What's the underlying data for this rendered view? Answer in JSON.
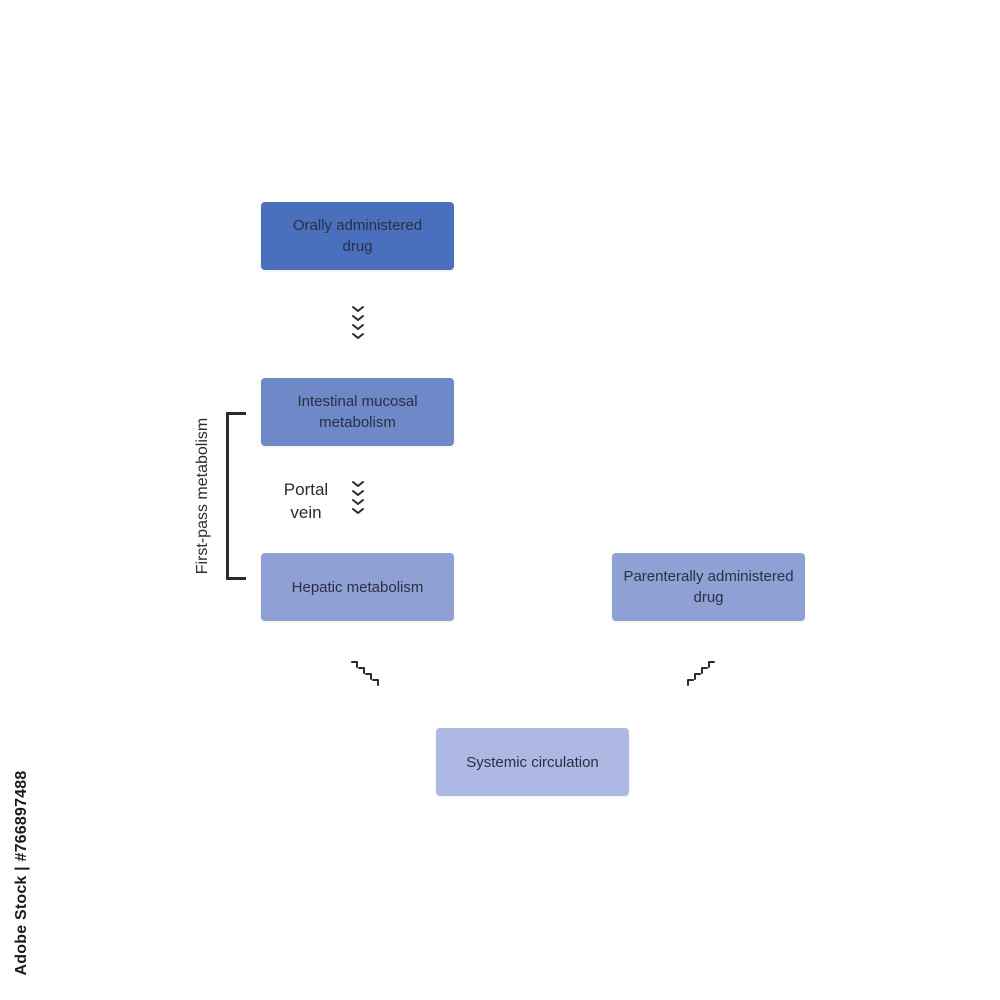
{
  "diagram": {
    "nodes": {
      "oral": {
        "label": "Orally administered\ndrug",
        "color": "#4a6fbd"
      },
      "intestinal": {
        "label": "Intestinal mucosal\nmetabolism",
        "color": "#6f88c8"
      },
      "hepatic": {
        "label": "Hepatic metabolism",
        "color": "#8fa1d4"
      },
      "parenteral": {
        "label": "Parenterally administered\ndrug",
        "color": "#8fa1d4"
      },
      "systemic": {
        "label": "Systemic circulation",
        "color": "#adb9e2"
      }
    },
    "portal_label": "Portal\nvein",
    "bracket_label": "First-pass metabolism",
    "edges": [
      {
        "from": "oral",
        "to": "intestinal"
      },
      {
        "from": "intestinal",
        "to": "hepatic",
        "label": "portal_label"
      },
      {
        "from": "hepatic",
        "to": "systemic"
      },
      {
        "from": "parenteral",
        "to": "systemic"
      }
    ]
  },
  "watermark": {
    "side_text": "Adobe Stock | #766897488"
  }
}
